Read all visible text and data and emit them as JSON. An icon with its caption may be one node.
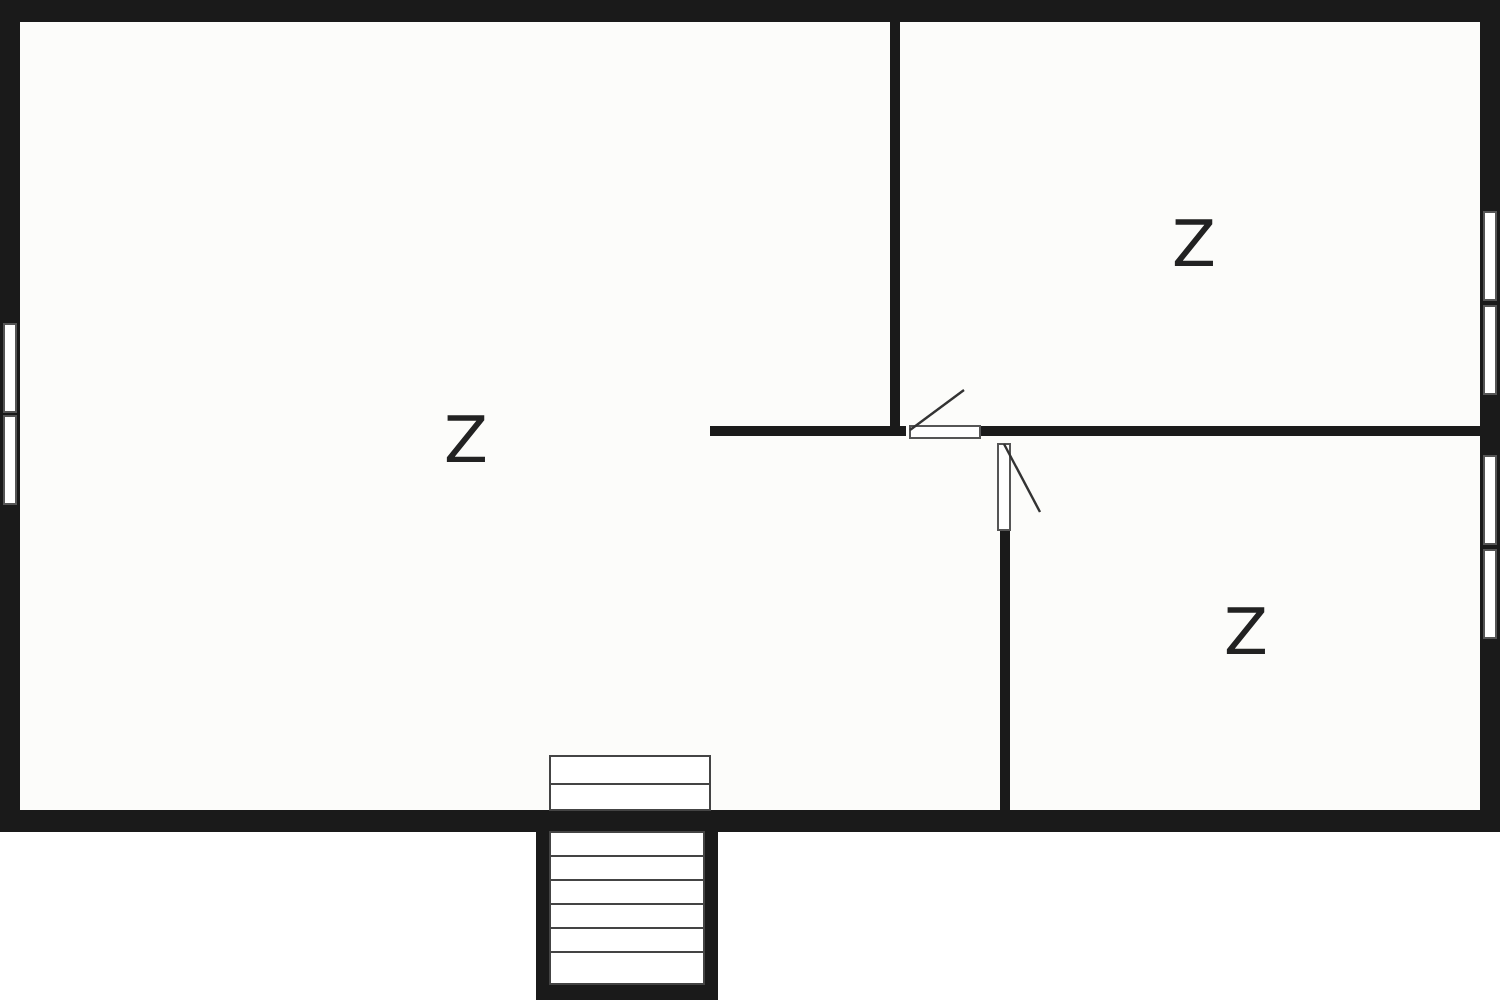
{
  "diagram": {
    "nodes": [
      {
        "text": [
          "Z"
        ]
      },
      {
        "text": [
          "Z"
        ]
      },
      {
        "text": [
          "Z"
        ]
      }
    ]
  }
}
